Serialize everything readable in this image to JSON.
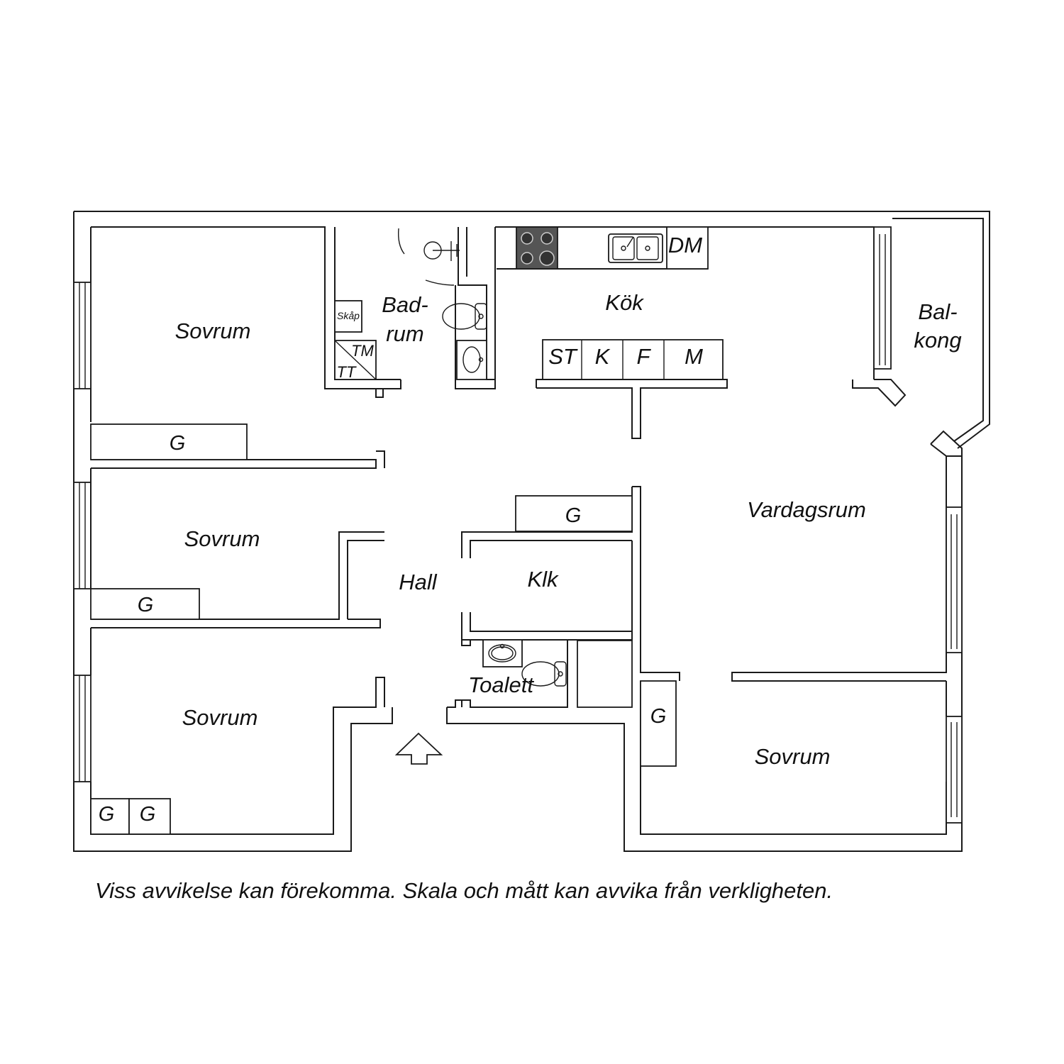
{
  "rooms": {
    "sovrum_1": "Sovrum",
    "sovrum_2": "Sovrum",
    "sovrum_3": "Sovrum",
    "sovrum_4": "Sovrum",
    "badrum_line1": "Bad-",
    "badrum_line2": "rum",
    "kok": "Kök",
    "balkong_line1": "Bal-",
    "balkong_line2": "kong",
    "vardagsrum": "Vardagsrum",
    "hall": "Hall",
    "klk": "Klk",
    "toalett": "Toalett"
  },
  "fixtures": {
    "skap": "Skåp",
    "tm": "TM",
    "tt": "TT",
    "dm": "DM",
    "st": "ST",
    "k": "K",
    "f": "F",
    "m": "M"
  },
  "wardrobes": {
    "g_sovrum_1": "G",
    "g_sovrum_2": "G",
    "g_sovrum_3_a": "G",
    "g_sovrum_3_b": "G",
    "g_klk": "G",
    "g_sovrum_4": "G"
  },
  "footer": {
    "disclaimer": "Viss avvikelse kan förekomma. Skala och mått kan avvika från verkligheten."
  },
  "colors": {
    "line": "#1a1a1a",
    "stove": "#555555",
    "background": "#ffffff"
  }
}
